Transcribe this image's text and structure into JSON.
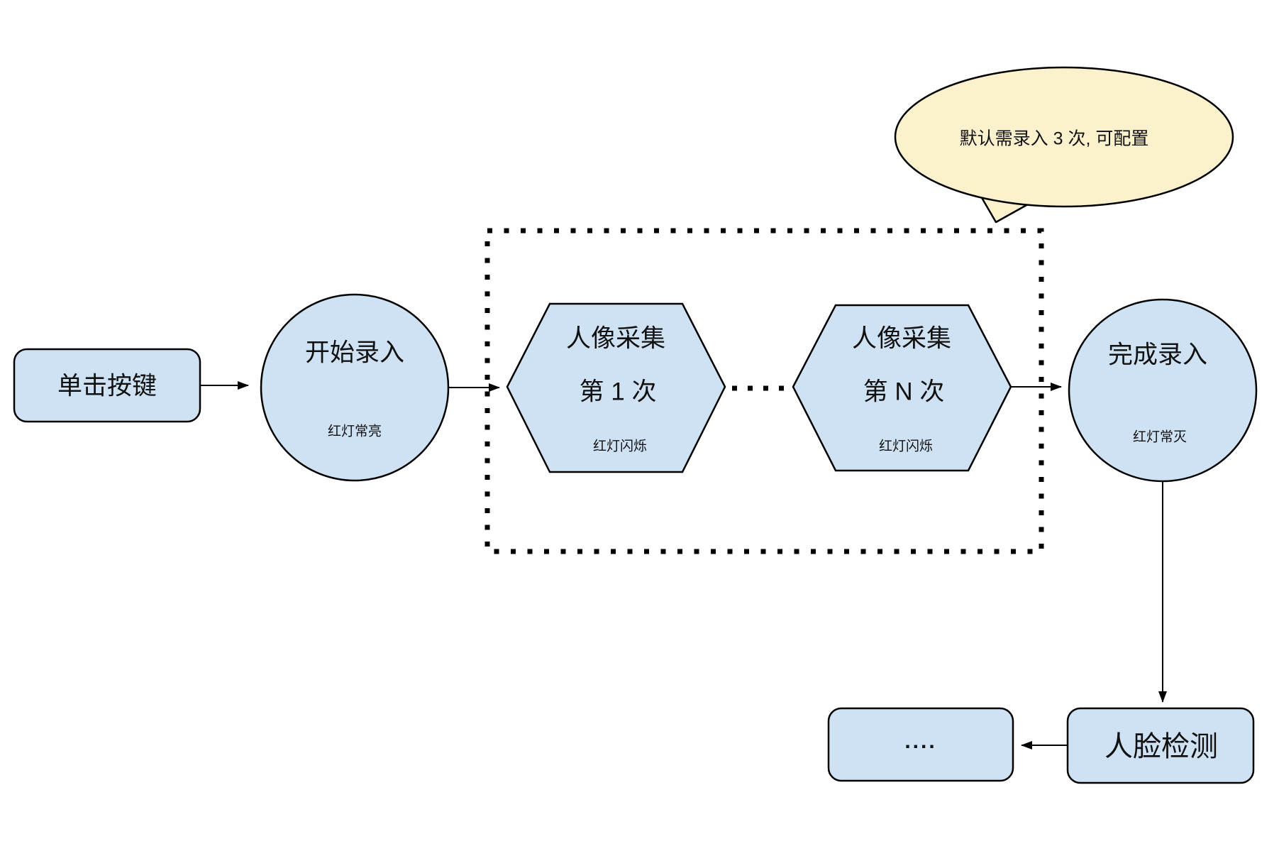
{
  "colors": {
    "node_fill": "#CFE2F3",
    "node_stroke": "#000000",
    "callout_fill": "#FCF1CD",
    "canvas_bg": "#FFFFFF"
  },
  "callout": {
    "text": "默认需录入 3 次, 可配置"
  },
  "flow": {
    "click_button": {
      "label": "单击按键"
    },
    "start_capture": {
      "title": "开始录入",
      "status": "红灯常亮"
    },
    "capture_first": {
      "title": "人像采集",
      "sequence": "第 1 次",
      "status": "红灯闪烁"
    },
    "capture_nth": {
      "title": "人像采集",
      "sequence": "第 N 次",
      "status": "红灯闪烁"
    },
    "finish_capture": {
      "title": "完成录入",
      "status": "红灯常灭"
    },
    "face_detection": {
      "label": "人脸检测"
    },
    "continuation": {
      "label": "...."
    }
  }
}
